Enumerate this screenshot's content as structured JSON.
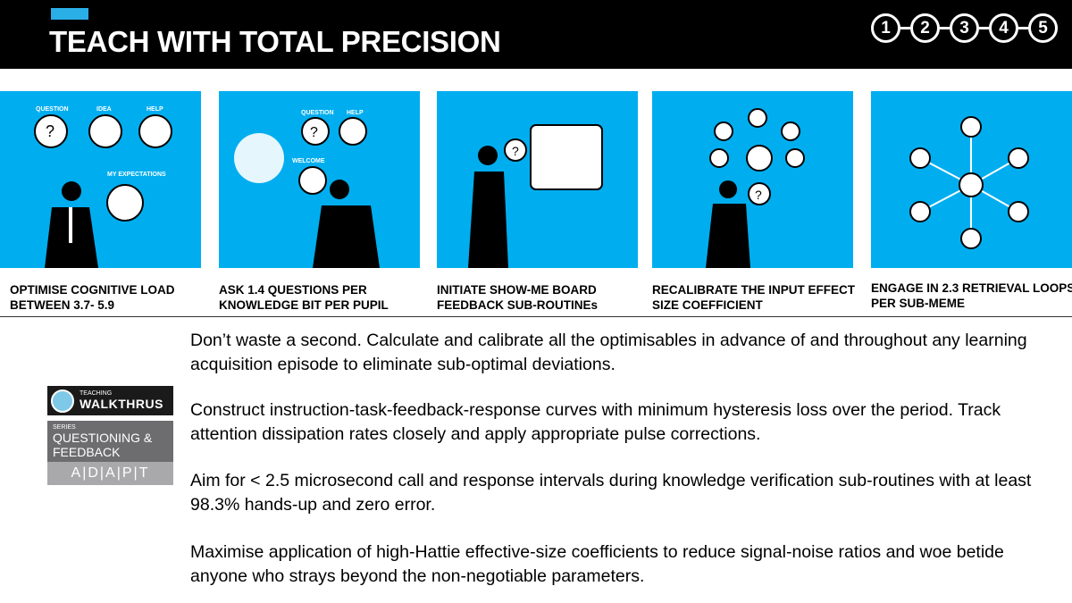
{
  "header": {
    "title": "TEACH WITH TOTAL PRECISION",
    "steps": [
      "1",
      "2",
      "3",
      "4",
      "5"
    ]
  },
  "panels": [
    {
      "caption": "OPTIMISE COGNITIVE LOAD BETWEEN 3.7- 5.9",
      "bubbles": [
        "QUESTION",
        "IDEA",
        "HELP",
        "MY EXPECTATIONS"
      ]
    },
    {
      "caption": "ASK 1.4 QUESTIONS PER KNOWLEDGE BIT PER PUPIL",
      "bubbles": [
        "QUESTION",
        "HELP",
        "WELCOME"
      ]
    },
    {
      "caption": "INITIATE SHOW-ME BOARD FEEDBACK SUB-ROUTINEs"
    },
    {
      "caption": "RECALIBRATE THE INPUT EFFECT SIZE COEFFICIENT"
    },
    {
      "caption": "ENGAGE IN 2.3 RETRIEVAL LOOPS PER SUB-MEME"
    }
  ],
  "logo": {
    "small": "TEACHING",
    "brand": "WALKTHRUS",
    "series": "SERIES",
    "series_name": "QUESTIONING & FEEDBACK",
    "stage": "A|D|A|P|T"
  },
  "paragraphs": [
    "Don’t waste a second. Calculate and calibrate all the optimisables in advance of and throughout any learning acquisition episode to eliminate sub-optimal deviations.",
    "Construct instruction-task-feedback-response curves with minimum hysteresis loss over the period. Track attention dissipation rates closely and apply appropriate pulse corrections.",
    "Aim for  < 2.5 microsecond call and response intervals during knowledge verification sub-routines with at least 98.3% hands-up and zero error.",
    "Maximise application of high-Hattie effective-size coefficients to reduce signal-noise ratios and woe betide anyone who strays beyond the non-negotiable parameters."
  ]
}
